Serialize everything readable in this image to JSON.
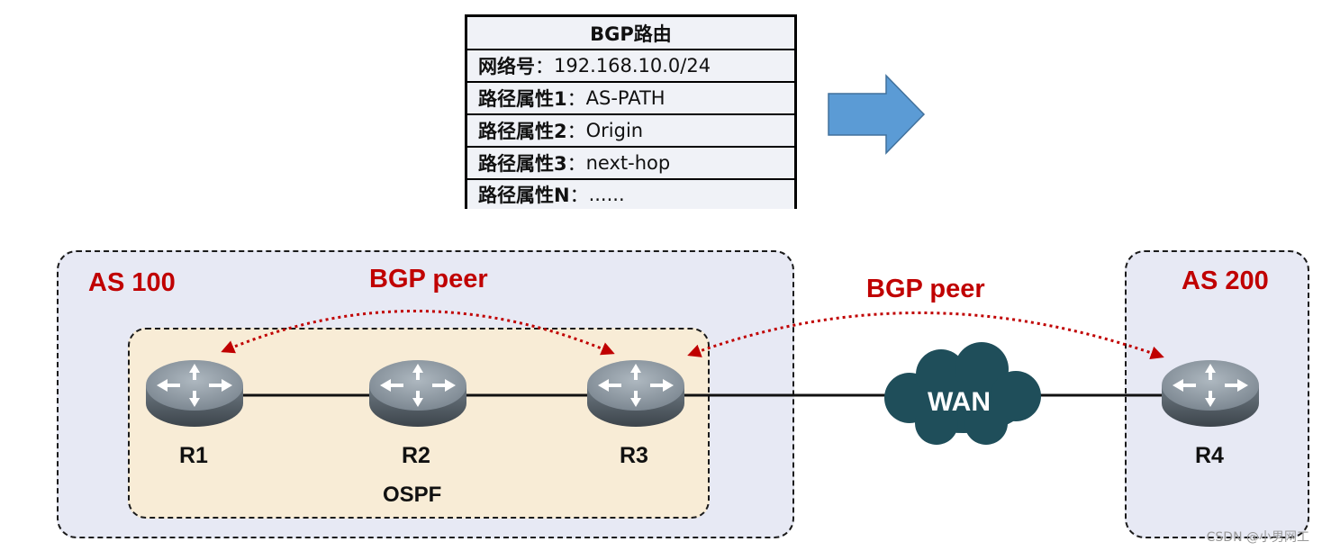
{
  "table": {
    "header": "BGP路由",
    "rows": [
      {
        "key": "网络号",
        "sep": "：",
        "value": "192.168.10.0/24"
      },
      {
        "key": "路径属性1",
        "sep": "：",
        "value": "AS-PATH"
      },
      {
        "key": "路径属性2",
        "sep": "：",
        "value": "Origin"
      },
      {
        "key": "路径属性3",
        "sep": "：",
        "value": "next-hop"
      },
      {
        "key": "路径属性N",
        "sep": "：",
        "value": "......"
      }
    ]
  },
  "zones": {
    "as100": "AS 100",
    "as200": "AS 200",
    "ospf": "OSPF"
  },
  "peers": {
    "internal_label": "BGP peer",
    "external_label": "BGP peer"
  },
  "routers": [
    {
      "id": "r1",
      "name": "R1"
    },
    {
      "id": "r2",
      "name": "R2"
    },
    {
      "id": "r3",
      "name": "R3"
    },
    {
      "id": "r4",
      "name": "R4"
    }
  ],
  "wan": "WAN",
  "watermark": "CSDN @小男网工",
  "colors": {
    "arrow_fill": "#5b9bd5",
    "peer_red": "#c00000",
    "as_zone": "#e7e9f4",
    "ospf_zone": "#f8ecd6",
    "cloud": "#1f4e5a",
    "router_top": "#8a959e"
  }
}
